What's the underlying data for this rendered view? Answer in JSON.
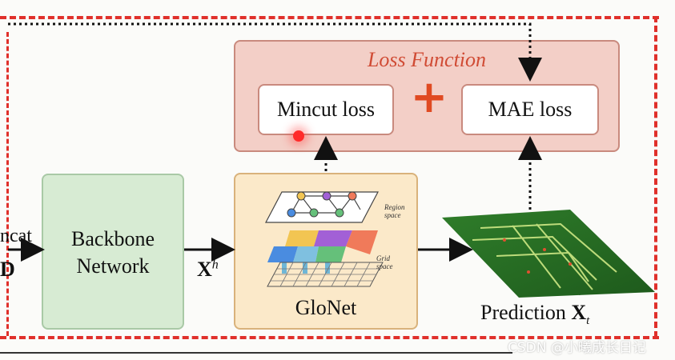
{
  "diagram": {
    "loss_function": {
      "title": "Loss Function",
      "mincut_label": "Mincut loss",
      "mae_label": "MAE loss",
      "plus_symbol": "+"
    },
    "backbone": {
      "line1": "Backbone",
      "line2": "Network"
    },
    "glonet": {
      "label": "GloNet",
      "region_space": "Region space",
      "grid_space": "Grid space"
    },
    "left_input_text": "ncat",
    "left_input_symbol": "D",
    "features_label": "X",
    "features_sup": "h",
    "prediction": {
      "label": "Prediction",
      "symbol": "X",
      "subscript": "t"
    },
    "watermark": "CSDN @小曦成长日记"
  },
  "colors": {
    "dashed_border": "#e0302b",
    "loss_panel_fill": "#f3cfc7",
    "backbone_fill": "#d7ebd3",
    "glonet_fill": "#fbe9c9",
    "plus": "#e04a22"
  }
}
